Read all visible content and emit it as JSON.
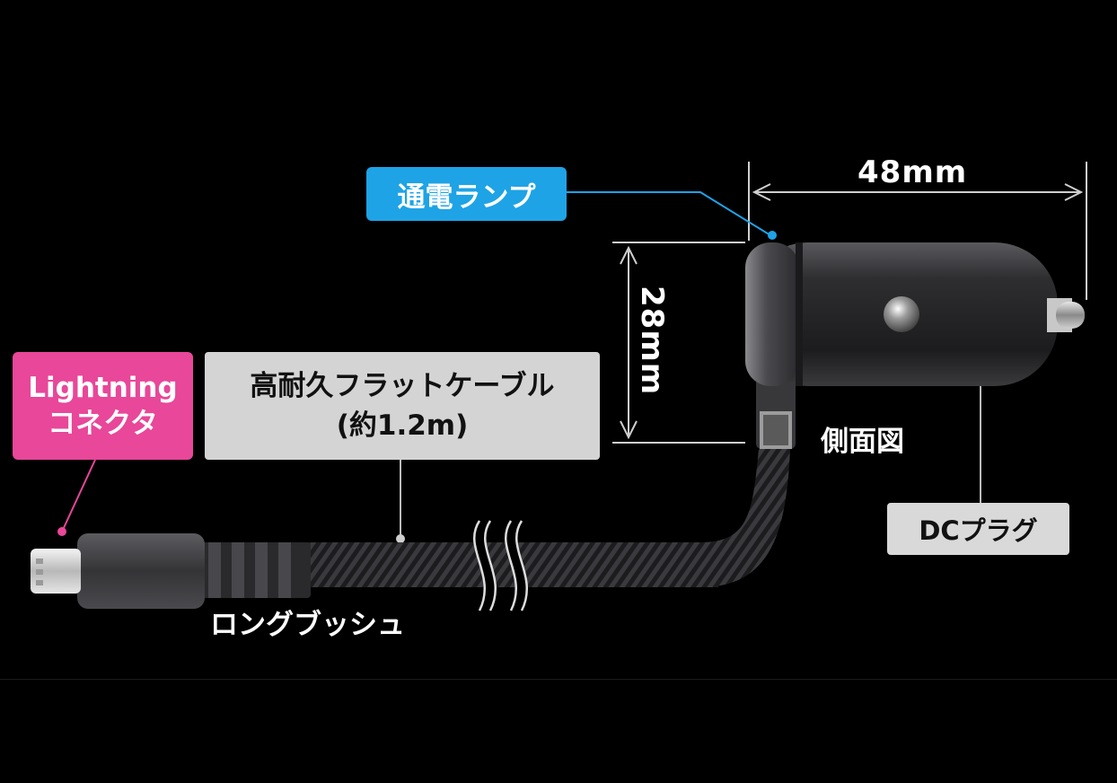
{
  "labels": {
    "lamp": "通電ランプ",
    "lightning_line1": "Lightning",
    "lightning_line2": "コネクタ",
    "cable_line1": "高耐久フラットケーブル",
    "cable_line2": "(約1.2m)",
    "dc_plug": "DCプラグ",
    "side_view": "側面図",
    "long_bush": "ロングブッシュ"
  },
  "dimensions": {
    "width": "48mm",
    "height": "28mm"
  },
  "colors": {
    "background": "#000000",
    "lamp_badge": "#1ea3e6",
    "lightning_badge": "#e8479a",
    "gray_badge": "#d4d4d4"
  }
}
